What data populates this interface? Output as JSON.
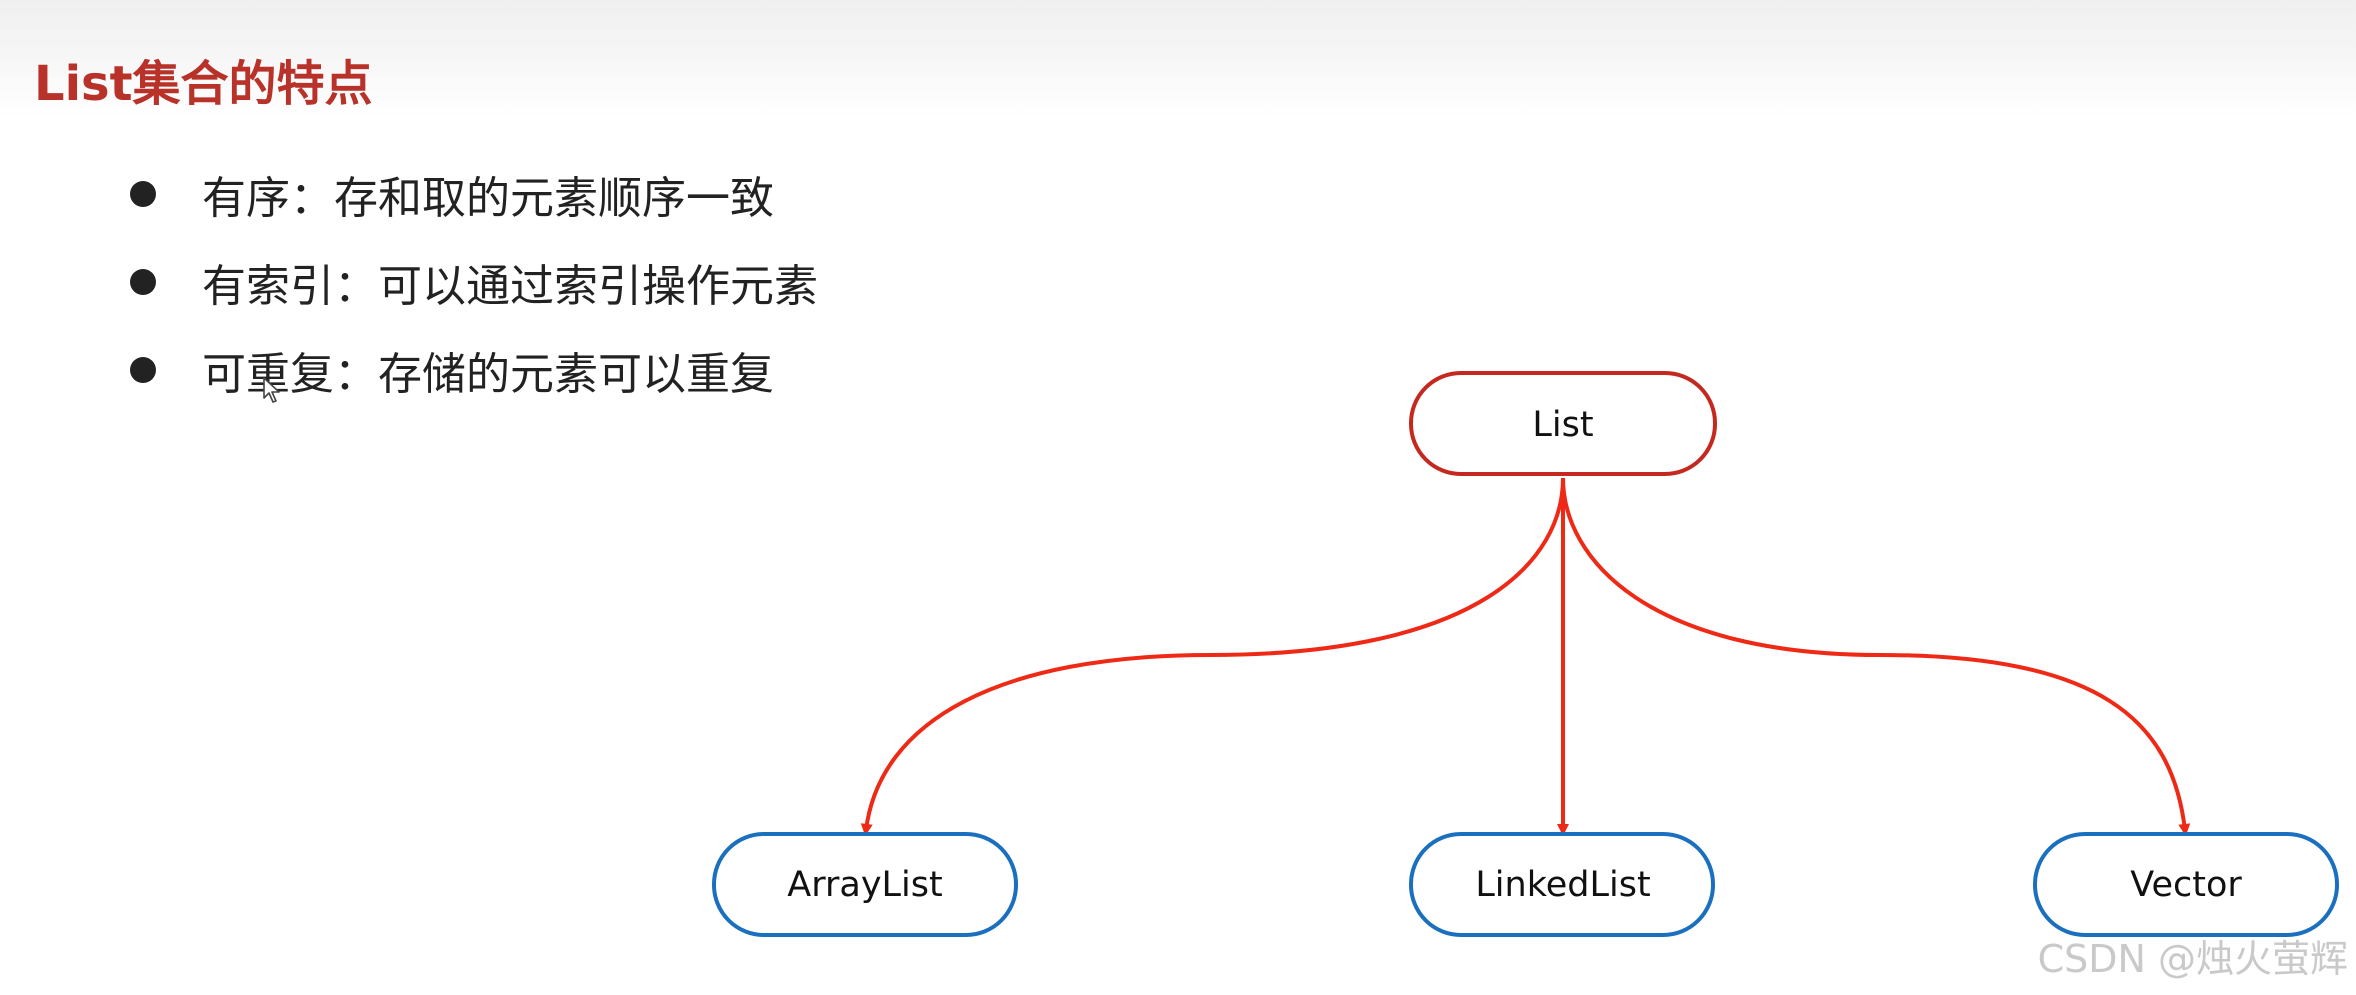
{
  "slide": {
    "title": "List集合的特点"
  },
  "bullets": [
    {
      "text": "有序：存和取的元素顺序一致"
    },
    {
      "text": "有索引：可以通过索引操作元素"
    },
    {
      "text": "可重复：存储的元素可以重复"
    }
  ],
  "diagram": {
    "root": {
      "label": "List"
    },
    "children": [
      {
        "label": "ArrayList"
      },
      {
        "label": "LinkedList"
      },
      {
        "label": "Vector"
      }
    ],
    "colors": {
      "root_border": "#c4281f",
      "child_border": "#1a6fbf",
      "edge": "#ee2a17"
    }
  },
  "watermark": {
    "text": "CSDN @烛火萤辉"
  }
}
